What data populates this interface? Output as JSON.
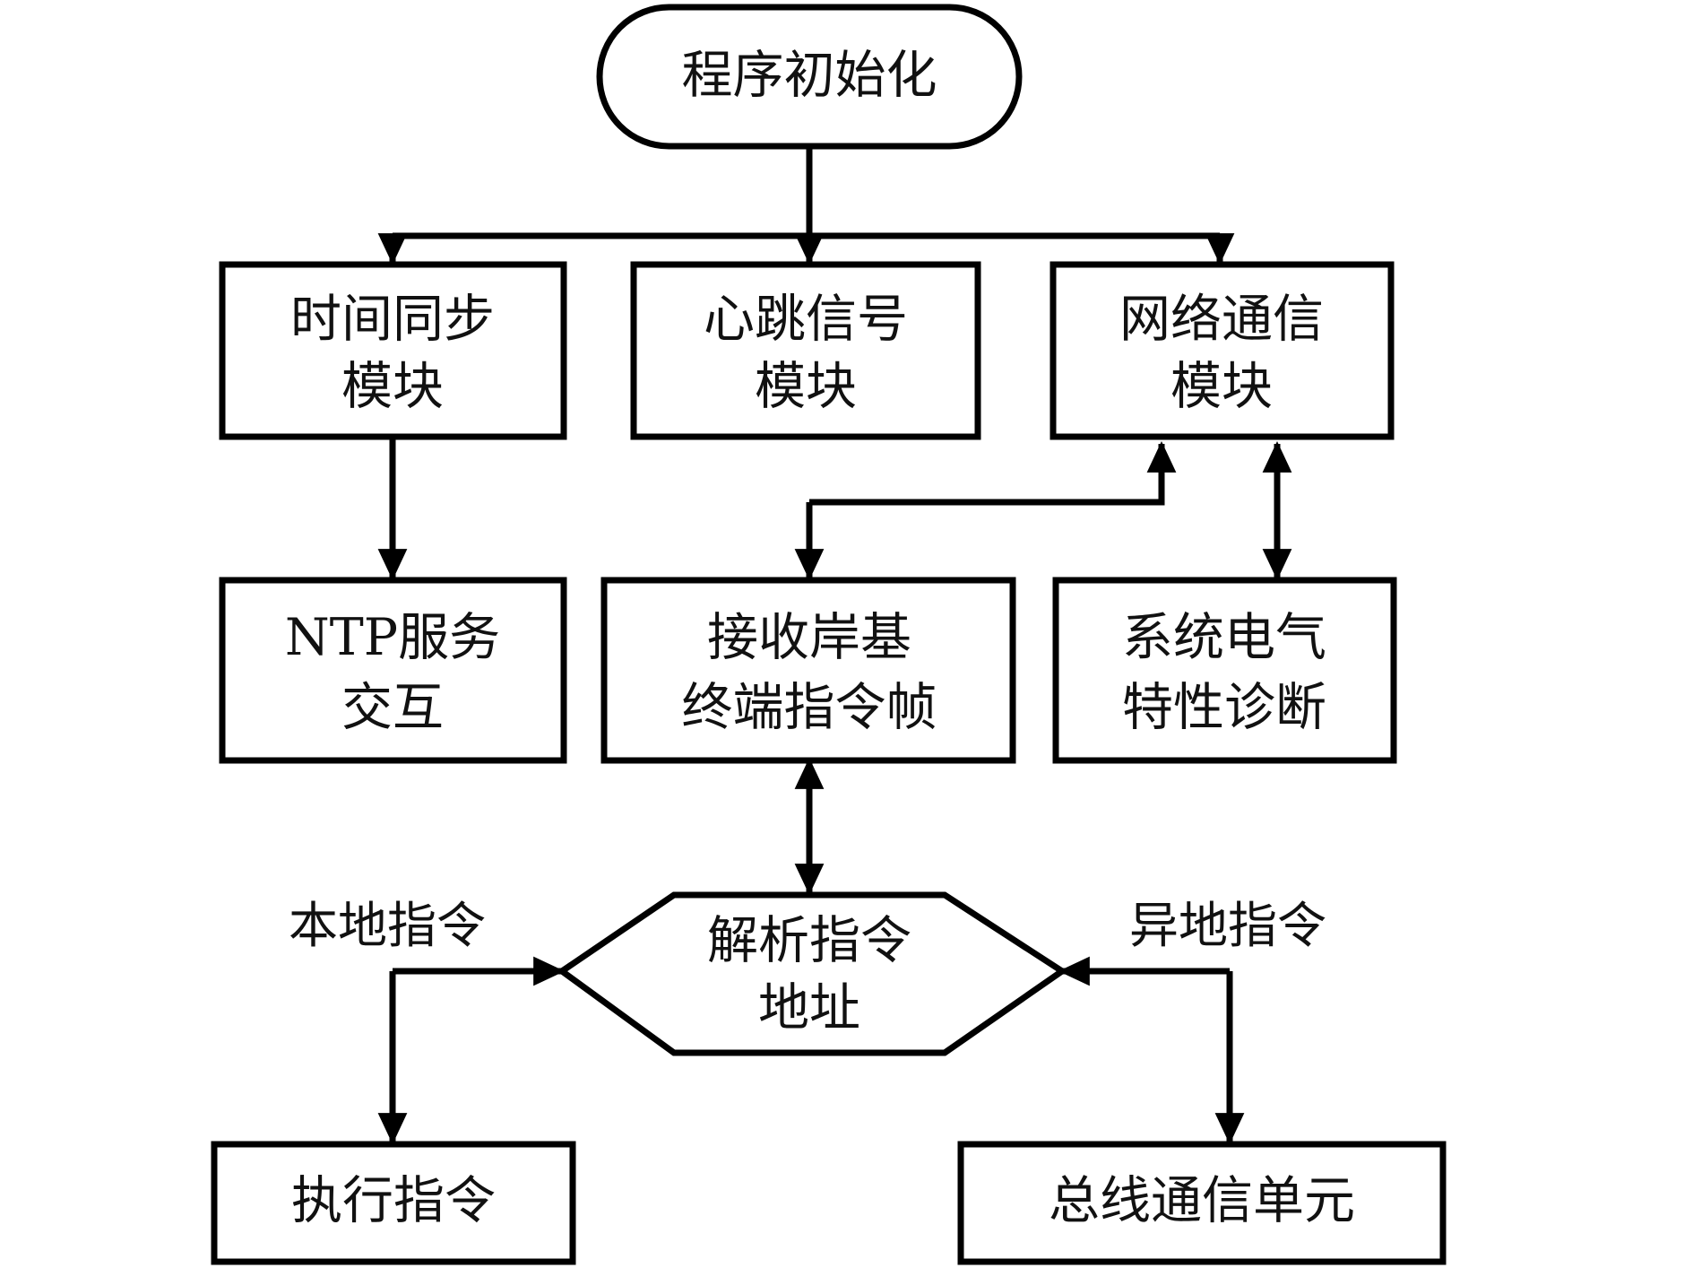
{
  "diagram": {
    "type": "flowchart",
    "title": "",
    "orientation": "top-down",
    "background_color": "#ffffff",
    "line_color": "#000000",
    "text_color": "#111111",
    "nodes": {
      "start": {
        "id": "start",
        "shape": "terminal",
        "label": "程序初始化",
        "lines": [
          "程序初始化"
        ]
      },
      "time_sync": {
        "id": "time_sync",
        "shape": "process",
        "label": "时间同步模块",
        "lines": [
          "时间同步",
          "模块"
        ]
      },
      "heartbeat": {
        "id": "heartbeat",
        "shape": "process",
        "label": "心跳信号模块",
        "lines": [
          "心跳信号",
          "模块"
        ]
      },
      "network": {
        "id": "network",
        "shape": "process",
        "label": "网络通信模块",
        "lines": [
          "网络通信",
          "模块"
        ]
      },
      "ntp": {
        "id": "ntp",
        "shape": "process",
        "label": "NTP服务交互",
        "lines": [
          "NTP服务",
          "交互"
        ]
      },
      "recv_frame": {
        "id": "recv_frame",
        "shape": "process",
        "label": "接收岸基终端指令帧",
        "lines": [
          "接收岸基",
          "终端指令帧"
        ]
      },
      "diagnosis": {
        "id": "diagnosis",
        "shape": "process",
        "label": "系统电气特性诊断",
        "lines": [
          "系统电气",
          "特性诊断"
        ]
      },
      "parse_addr": {
        "id": "parse_addr",
        "shape": "decision-hexagon",
        "label": "解析指令地址",
        "lines": [
          "解析指令",
          "地址"
        ]
      },
      "execute": {
        "id": "execute",
        "shape": "process",
        "label": "执行指令",
        "lines": [
          "执行指令"
        ]
      },
      "bus_unit": {
        "id": "bus_unit",
        "shape": "process",
        "label": "总线通信单元",
        "lines": [
          "总线通信单元"
        ]
      }
    },
    "edge_labels": {
      "local_cmd": "本地指令",
      "remote_cmd": "异地指令"
    },
    "edges": [
      {
        "from": "start",
        "to": "time_sync",
        "arrow": "single"
      },
      {
        "from": "start",
        "to": "heartbeat",
        "arrow": "single"
      },
      {
        "from": "start",
        "to": "network",
        "arrow": "single"
      },
      {
        "from": "time_sync",
        "to": "ntp",
        "arrow": "single"
      },
      {
        "from": "recv_frame",
        "to": "network",
        "arrow": "single"
      },
      {
        "from": "network",
        "to": "diagnosis",
        "arrow": "double"
      },
      {
        "from": "recv_frame",
        "to": "parse_addr",
        "arrow": "double"
      },
      {
        "from": "parse_addr",
        "to": "execute",
        "arrow": "single",
        "label": "本地指令"
      },
      {
        "from": "parse_addr",
        "to": "bus_unit",
        "arrow": "single",
        "label": "异地指令"
      }
    ]
  }
}
